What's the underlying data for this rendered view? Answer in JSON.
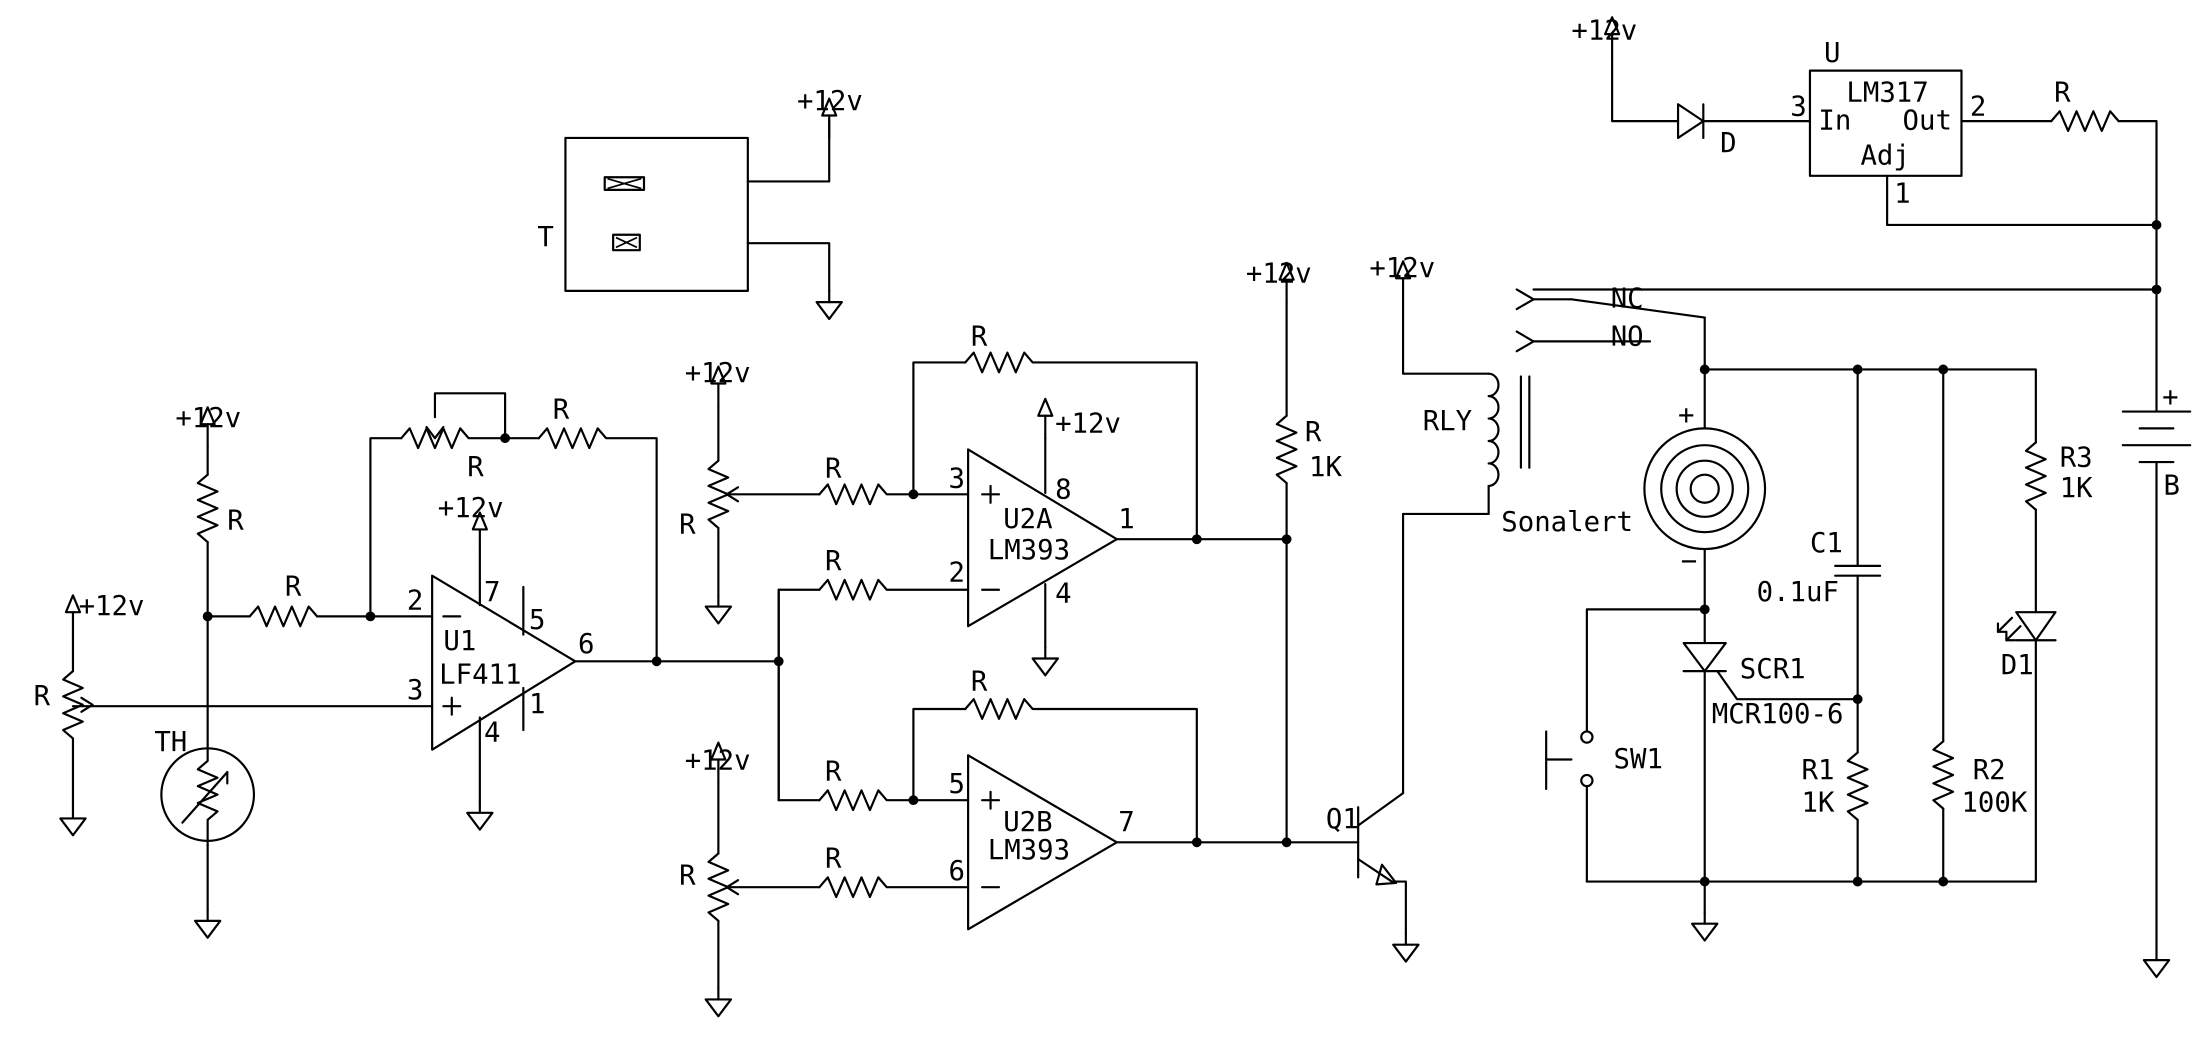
{
  "supply_label": "+12v",
  "labels": {
    "transformer": "T",
    "thermistor": "TH",
    "resistor": "R",
    "u1_ref": "U1",
    "u1_part": "LF411",
    "u2a_ref": "U2A",
    "u2b_ref": "U2B",
    "comparator_part": "LM393",
    "pullup_value": "1K",
    "relay": "RLY",
    "nc": "NC",
    "no": "NO",
    "transistor": "Q1",
    "sonalert": "Sonalert",
    "c1_ref": "C1",
    "c1_value": "0.1uF",
    "scr_ref": "SCR1",
    "scr_part": "MCR100-6",
    "switch": "SW1",
    "r1_ref": "R1",
    "r1_value": "1K",
    "r2_ref": "R2",
    "r2_value": "100K",
    "r3_ref": "R3",
    "r3_value": "1K",
    "led": "D1",
    "battery": "B",
    "regulator_ref": "U",
    "regulator_part": "LM317",
    "reg_in": "In",
    "reg_out": "Out",
    "reg_adj": "Adj",
    "diode": "D",
    "plus": "+",
    "minus": "−",
    "pins": {
      "u1_2": "2",
      "u1_3": "3",
      "u1_7": "7",
      "u1_5": "5",
      "u1_6": "6",
      "u1_4": "4",
      "u1_1": "1",
      "u2a_3": "3",
      "u2a_2": "2",
      "u2a_8": "8",
      "u2a_4": "4",
      "u2a_1": "1",
      "u2b_5": "5",
      "u2b_6": "6",
      "u2b_7": "7",
      "reg_3": "3",
      "reg_2": "2",
      "reg_1": "1"
    }
  }
}
